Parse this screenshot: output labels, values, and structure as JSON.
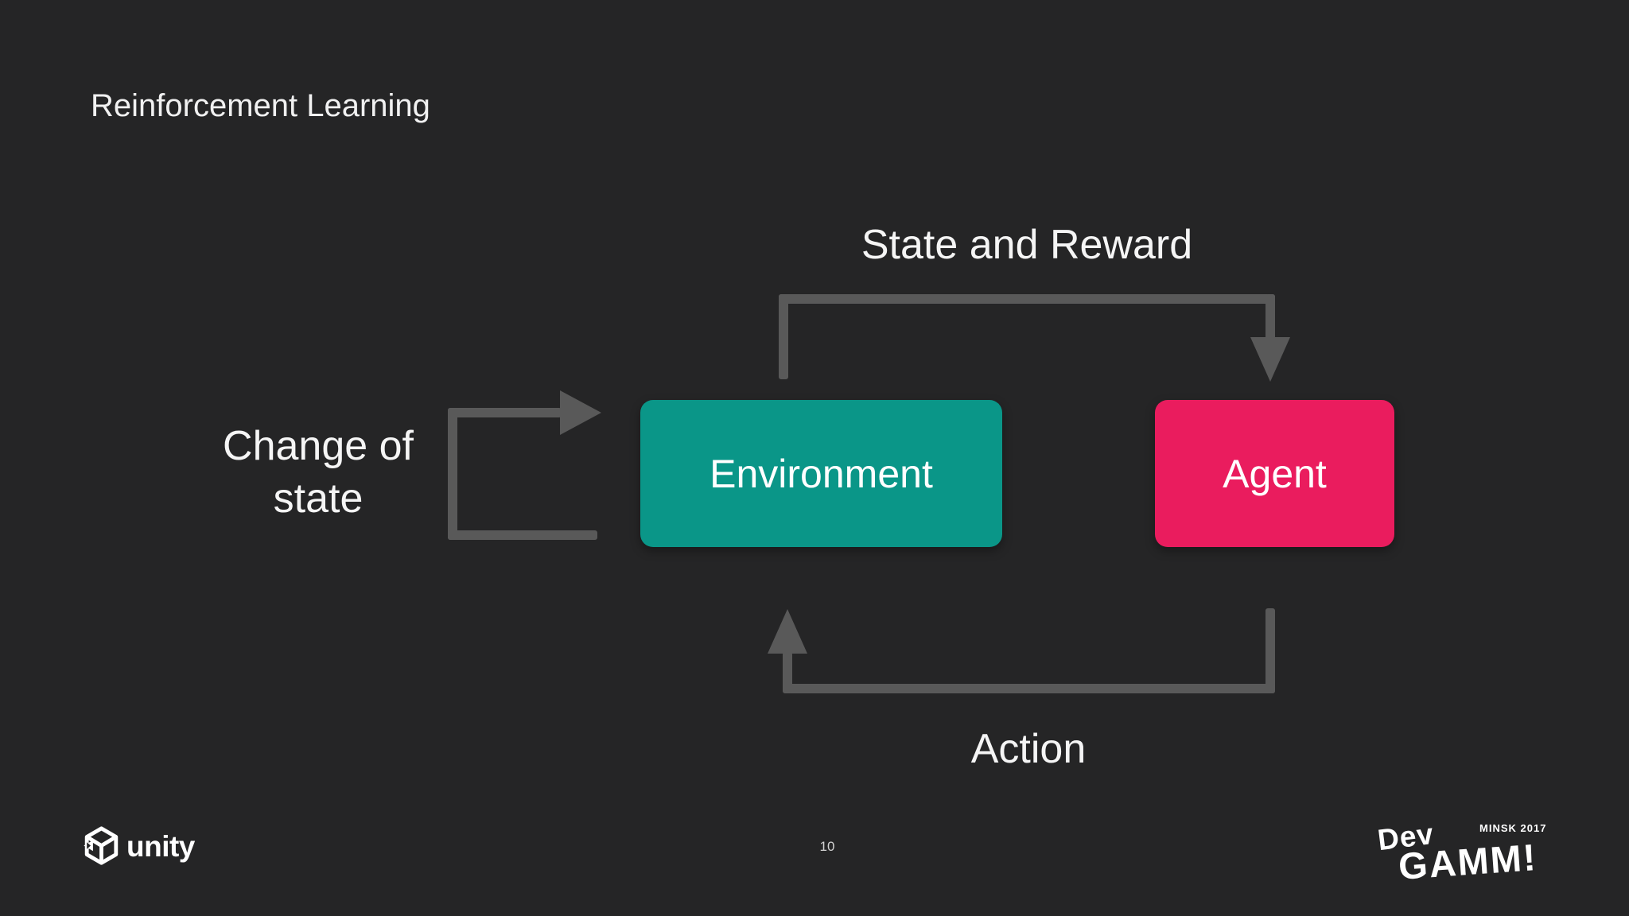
{
  "slide": {
    "title": "Reinforcement Learning",
    "page_number": "10",
    "background_color": "#252526",
    "text_color": "#f2f2f2"
  },
  "diagram": {
    "arrow_color": "#595959",
    "nodes": [
      {
        "id": "environment",
        "label": "Environment",
        "color": "#0a9688"
      },
      {
        "id": "agent",
        "label": "Agent",
        "color": "#ea1c5e"
      }
    ],
    "edges": [
      {
        "id": "state-reward",
        "label": "State and Reward",
        "from": "environment",
        "to": "agent",
        "position": "top"
      },
      {
        "id": "action",
        "label": "Action",
        "from": "agent",
        "to": "environment",
        "position": "bottom"
      },
      {
        "id": "change-of-state",
        "label": "Change of state",
        "from": "environment",
        "to": "environment",
        "position": "left-loop"
      }
    ]
  },
  "footer": {
    "unity": {
      "icon": "unity-cube-icon",
      "wordmark": "unity"
    },
    "devgamm": {
      "line1": "Dev",
      "line2": "GAMM!",
      "tagline": "MINSK 2017"
    }
  }
}
